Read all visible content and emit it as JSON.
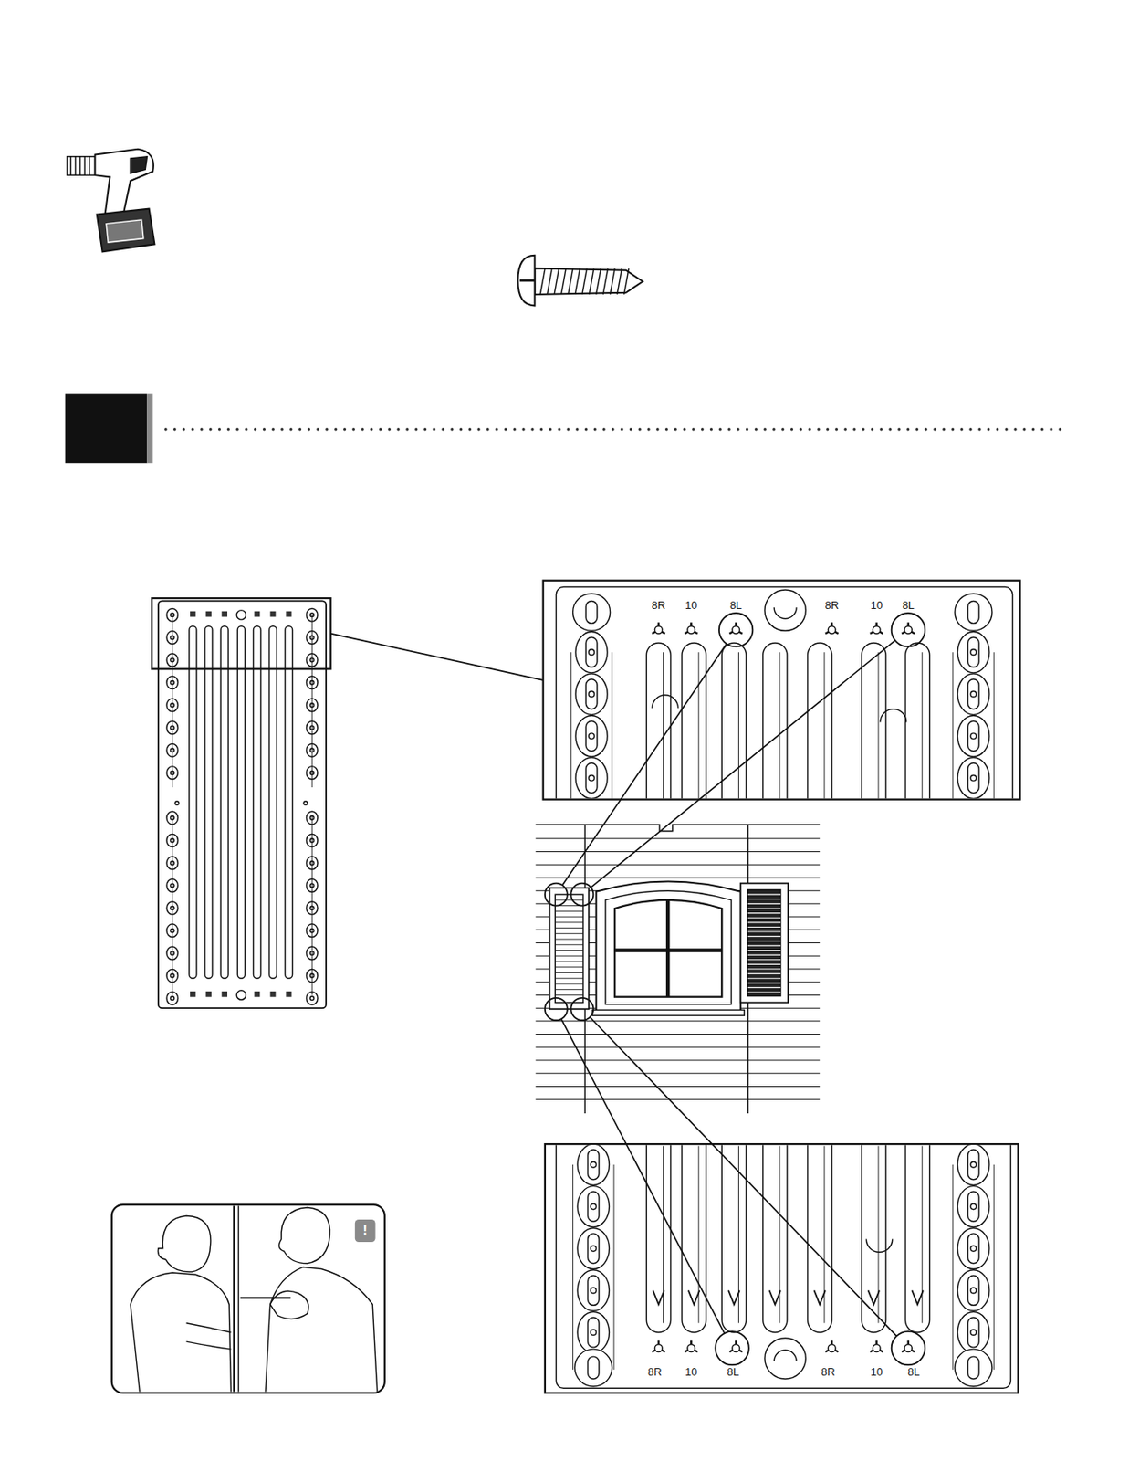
{
  "diagram": {
    "labels": [
      "8R",
      "10",
      "8L",
      "8R",
      "10",
      "8L",
      "8R",
      "10",
      "8L",
      "8R",
      "10",
      "8L",
      "!"
    ]
  }
}
